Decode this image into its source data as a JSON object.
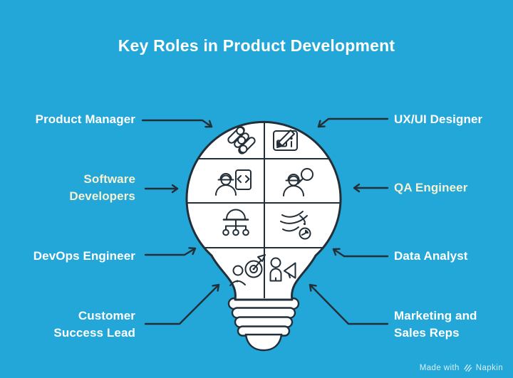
{
  "title": "Key Roles in Product Development",
  "colors": {
    "background": "#22a7d8",
    "ink": "#232f38",
    "label_white": "#ffffff",
    "label_cream": "#f5f0d1",
    "bulb_fill": "#ffffff"
  },
  "roles": [
    {
      "id": "product-manager",
      "label": "Product Manager",
      "side": "left",
      "tone": "white",
      "icon": "sliders-icon"
    },
    {
      "id": "ux-ui-designer",
      "label": "UX/UI Designer",
      "side": "right",
      "tone": "white",
      "icon": "design-tablet-pencil-icon"
    },
    {
      "id": "software-developers",
      "label": "Software\nDevelopers",
      "side": "left",
      "tone": "cream",
      "icon": "developer-code-doc-icon"
    },
    {
      "id": "qa-engineer",
      "label": "QA Engineer",
      "side": "right",
      "tone": "cream",
      "icon": "qa-magnifier-icon"
    },
    {
      "id": "devops-engineer",
      "label": "DevOps Engineer",
      "side": "left",
      "tone": "white",
      "icon": "devops-hardhat-network-icon"
    },
    {
      "id": "data-analyst",
      "label": "Data Analyst",
      "side": "right",
      "tone": "white",
      "icon": "data-flow-clock-icon"
    },
    {
      "id": "customer-success-lead",
      "label": "Customer\nSuccess Lead",
      "side": "left",
      "tone": "white",
      "icon": "customer-target-icon"
    },
    {
      "id": "marketing-sales-reps",
      "label": "Marketing and\nSales Reps",
      "side": "right",
      "tone": "white",
      "icon": "person-megaphone-icon"
    }
  ],
  "watermark": {
    "prefix": "Made with",
    "brand": "Napkin"
  }
}
